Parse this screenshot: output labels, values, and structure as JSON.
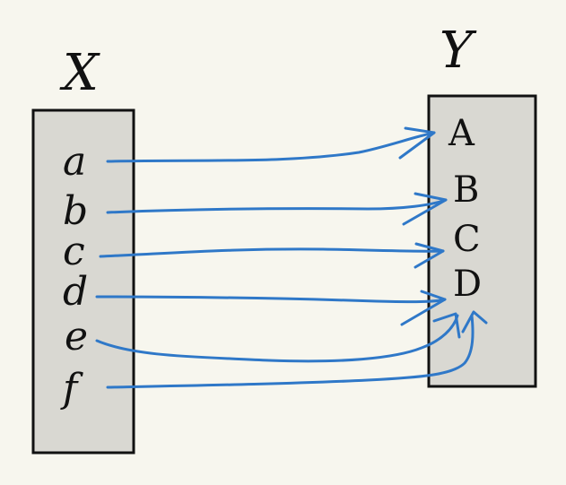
{
  "domain_set": {
    "title": "X",
    "elements": [
      "a",
      "b",
      "c",
      "d",
      "e",
      "f"
    ]
  },
  "codomain_set": {
    "title": "Y",
    "elements": [
      "A",
      "B",
      "C",
      "D"
    ]
  },
  "mapping": [
    {
      "from": "a",
      "to": "A"
    },
    {
      "from": "b",
      "to": "B"
    },
    {
      "from": "c",
      "to": "C"
    },
    {
      "from": "d",
      "to": "D"
    },
    {
      "from": "e",
      "to": "D"
    },
    {
      "from": "f",
      "to": "D"
    }
  ],
  "colors": {
    "background": "#f7f6ee",
    "box_fill": "#d9d8d2",
    "outline": "#111111",
    "arrow": "#2f78c8"
  }
}
